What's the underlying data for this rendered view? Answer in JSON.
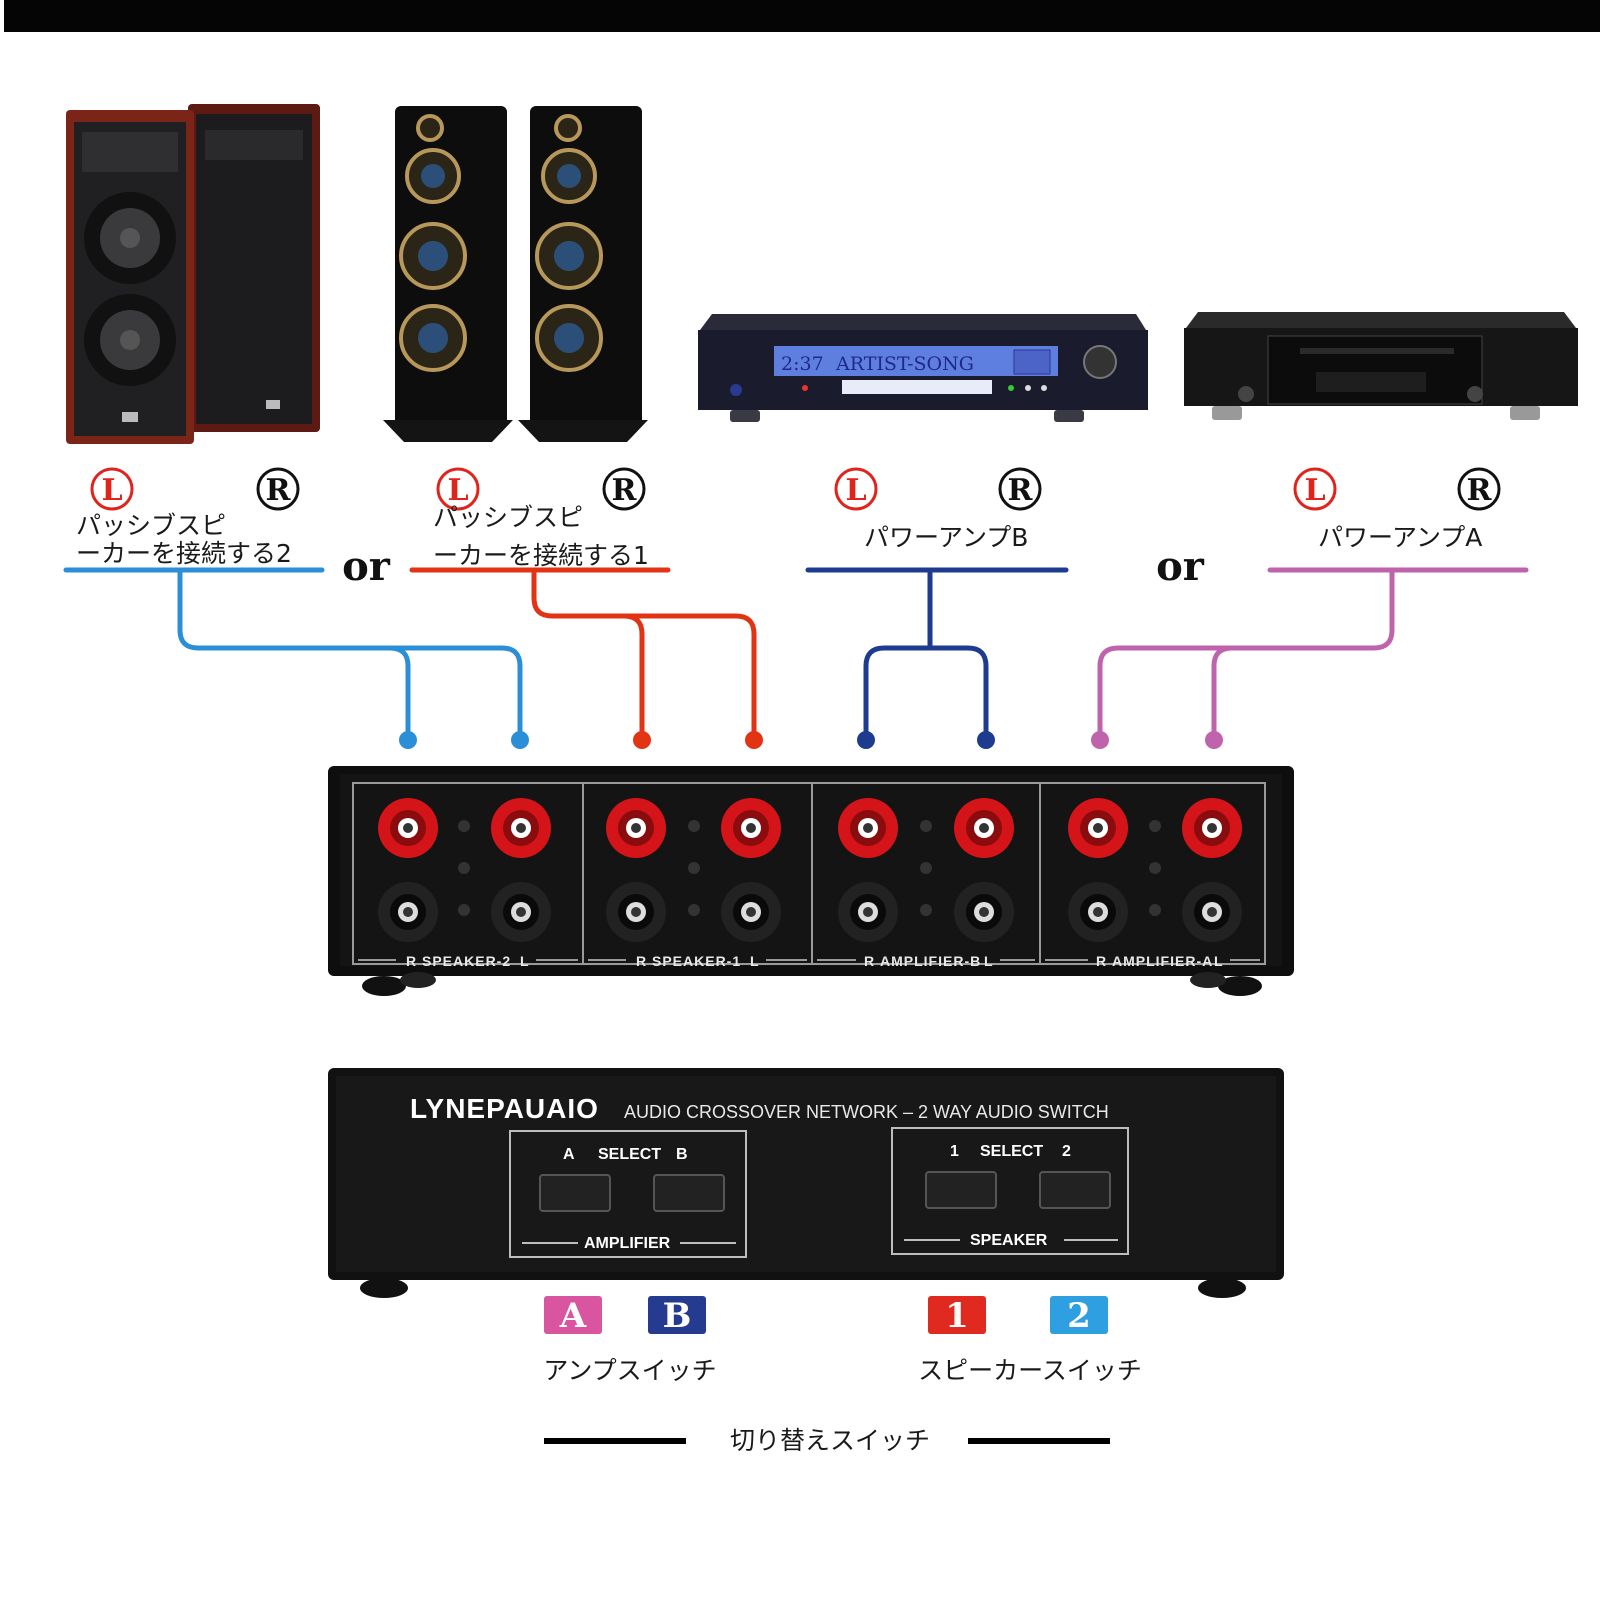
{
  "colors": {
    "speaker2": "#2a8fd6",
    "speaker1": "#e23314",
    "amplifierB": "#1d3b8f",
    "amplifierA": "#c063ad",
    "badge_a": "#d9559f",
    "badge_b": "#253b8f",
    "badge_1": "#e02a1f",
    "badge_2": "#2e9fe0"
  },
  "groups": [
    {
      "left": "L",
      "right": "R",
      "label_line1": "パッシブスピ",
      "label_line2": "ーカーを接続する2"
    },
    {
      "left": "L",
      "right": "R",
      "label_line1": "パッシブスピ",
      "label_line2": "ーカーを接続する1"
    },
    {
      "left": "L",
      "right": "R",
      "label": "パワーアンプB"
    },
    {
      "left": "L",
      "right": "R",
      "label": "パワーアンプA"
    }
  ],
  "or_labels": [
    "or",
    "or"
  ],
  "display": {
    "time": "2:37",
    "text": "ARTIST-SONG"
  },
  "back_panel": {
    "sections": [
      {
        "r": "R",
        "name": "SPEAKER-2",
        "l": "L"
      },
      {
        "r": "R",
        "name": "SPEAKER-1",
        "l": "L"
      },
      {
        "r": "R",
        "name": "AMPLIFIER-B",
        "l": "L"
      },
      {
        "r": "R",
        "name": "AMPLIFIER-A",
        "l": "L"
      }
    ]
  },
  "front_panel": {
    "brand": "LYNEPAUAIO",
    "subtitle": "AUDIO CROSSOVER NETWORK – 2 WAY AUDIO SWITCH",
    "amp": {
      "a": "A",
      "select": "SELECT",
      "b": "B",
      "name": "AMPLIFIER"
    },
    "spk": {
      "one": "1",
      "select": "SELECT",
      "two": "2",
      "name": "SPEAKER"
    }
  },
  "badges": {
    "a": "A",
    "b": "B",
    "one": "1",
    "two": "2"
  },
  "captions": {
    "amp_switch": "アンプスイッチ",
    "speaker_switch": "スピーカースイッチ",
    "toggle_switch": "切り替えスイッチ"
  }
}
